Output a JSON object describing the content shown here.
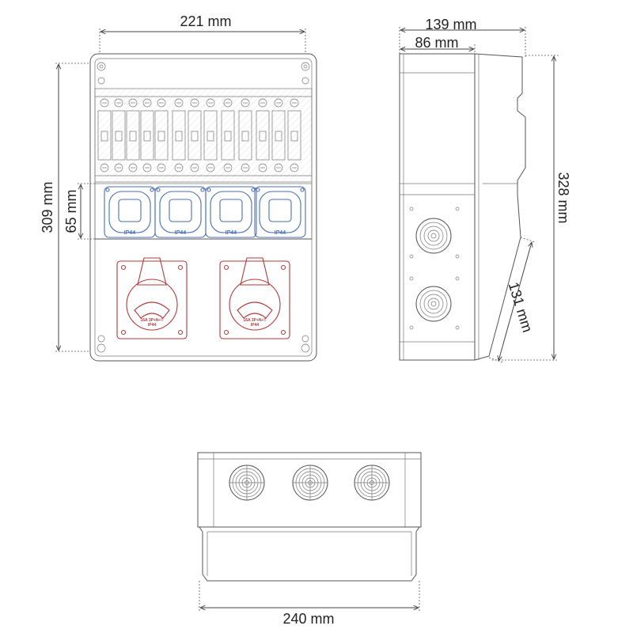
{
  "dimensions": {
    "front_width": "221 mm",
    "front_height": "309 mm",
    "socket_row_height": "65 mm",
    "side_depth_total": "139 mm",
    "side_depth_body": "86 mm",
    "side_height": "328 mm",
    "side_slope": "131 mm",
    "bottom_width": "240 mm"
  },
  "sockets": {
    "schuko_rating": "IP44",
    "cee_rating_line1": "16A 3P+N+T",
    "cee_rating_line2": "IP44"
  },
  "colors": {
    "outline": "#555555",
    "schuko_socket": "#4a6fb5",
    "cee_socket": "#b33a3a"
  }
}
